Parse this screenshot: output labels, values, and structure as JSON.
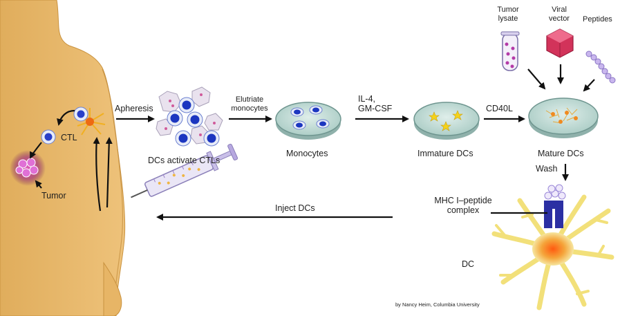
{
  "labels": {
    "apheresis": "Apheresis",
    "elutriate": "Elutriate\nmonocytes",
    "il4_gmcsf": "IL-4,\nGM-CSF",
    "cd40l": "CD40L",
    "tumor_lysate": "Tumor\nlysate",
    "viral_vector": "Viral\nvector",
    "peptides": "Peptides",
    "ctl": "CTL",
    "tumor": "Tumor",
    "dcs_activate_ctls": "DCs activate CTLs",
    "monocytes": "Monocytes",
    "immature_dcs": "Immature DCs",
    "mature_dcs": "Mature DCs",
    "wash": "Wash",
    "mhc_complex": "MHC I–peptide\ncomplex",
    "inject_dcs": "Inject DCs",
    "dc": "DC"
  },
  "credit": "by Nancy Heim, Columbia University",
  "colors": {
    "body": "#e8b866",
    "body_dark": "#c9923f",
    "ctl_blue": "#2a3fc8",
    "tumor_magenta": "#b0289c",
    "dish_teal": "#b9d8d2",
    "dish_rim": "#7aa29c",
    "star_yellow": "#f4d21a",
    "dc_orange": "#f28a1a",
    "dc_yellow": "#f6e27a",
    "mhc_blue": "#2b2fa3",
    "lavender": "#b8a6e6",
    "viral_red": "#d2335a"
  }
}
